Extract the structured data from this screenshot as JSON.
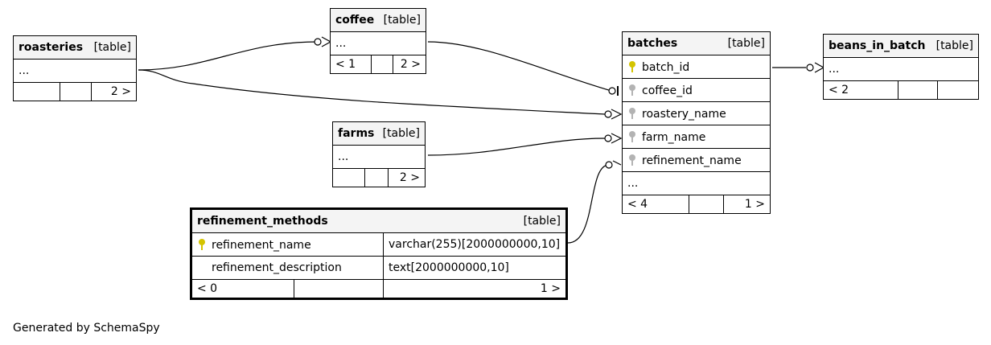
{
  "tables": {
    "roasteries": {
      "name": "roasteries",
      "type": "[table]",
      "ellipsis": "...",
      "footer": [
        "",
        "",
        "2 >"
      ]
    },
    "coffee": {
      "name": "coffee",
      "type": "[table]",
      "ellipsis": "...",
      "footer": [
        "< 1",
        "",
        "2 >"
      ]
    },
    "farms": {
      "name": "farms",
      "type": "[table]",
      "ellipsis": "...",
      "footer": [
        "",
        "",
        "2 >"
      ]
    },
    "batches": {
      "name": "batches",
      "type": "[table]",
      "columns": [
        "batch_id",
        "coffee_id",
        "roastery_name",
        "farm_name",
        "refinement_name"
      ],
      "ellipsis": "...",
      "footer": [
        "< 4",
        "",
        "1 >"
      ]
    },
    "beans_in_batch": {
      "name": "beans_in_batch",
      "type": "[table]",
      "ellipsis": "...",
      "footer": [
        "< 2",
        "",
        ""
      ]
    },
    "refinement_methods": {
      "name": "refinement_methods",
      "type": "[table]",
      "rows": [
        {
          "name": "refinement_name",
          "datatype": "varchar(255)[2000000000,10]"
        },
        {
          "name": "refinement_description",
          "datatype": "text[2000000000,10]"
        }
      ],
      "footer": [
        "< 0",
        "",
        "1 >"
      ]
    }
  },
  "colors": {
    "primary_key": "#d4c400",
    "foreign_key": "#b3b3b3",
    "header_bg": "#f4f4f4"
  },
  "credit": "Generated by SchemaSpy"
}
